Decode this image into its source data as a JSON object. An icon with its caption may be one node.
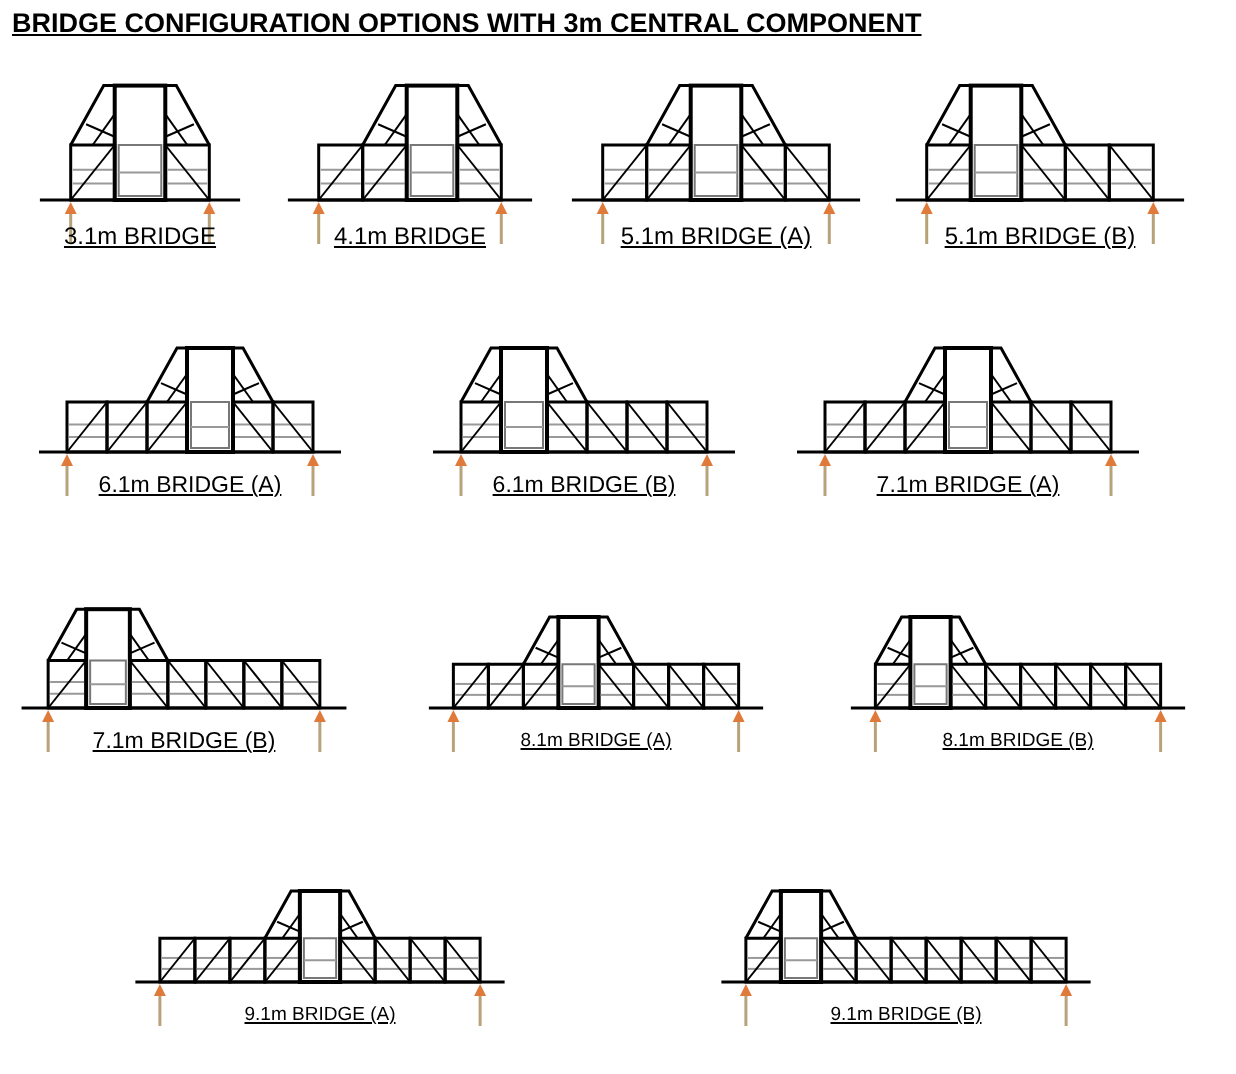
{
  "diagram": {
    "title": "BRIDGE CONFIGURATION OPTIONS WITH 3m CENTRAL COMPONENT",
    "labels": [
      "3.1m BRIDGE",
      "4.1m BRIDGE",
      "5.1m BRIDGE (A)",
      "5.1m BRIDGE (B)",
      "6.1m BRIDGE (A)",
      "6.1m BRIDGE (B)",
      "7.1m BRIDGE (A)",
      "7.1m BRIDGE (B)",
      "8.1m BRIDGE (A)",
      "8.1m BRIDGE (B)",
      "9.1m BRIDGE (A)",
      "9.1m BRIDGE (B)"
    ]
  }
}
